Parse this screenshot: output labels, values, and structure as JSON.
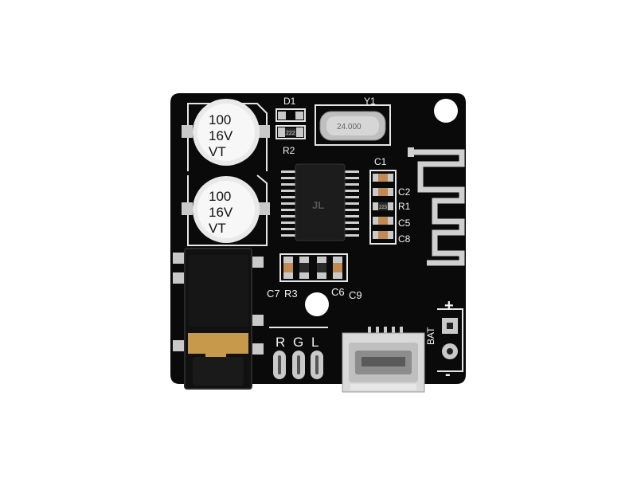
{
  "board": {
    "capacitor_top": {
      "line1": "100",
      "line2": "16V",
      "line3": "VT"
    },
    "capacitor_bottom": {
      "line1": "100",
      "line2": "16V",
      "line3": "VT"
    },
    "labels": {
      "d1": "D1",
      "y1": "Y1",
      "r2": "R2",
      "c1": "C1",
      "c2": "C2",
      "r1": "R1",
      "c5": "C5",
      "c8": "C8",
      "c7": "C7",
      "r3": "R3",
      "c6": "C6",
      "c9": "C9",
      "r": "R",
      "g": "G",
      "l": "L",
      "bat": "BAT",
      "plus": "+",
      "minus": "-"
    },
    "resistor_marking": "222",
    "r1_marking": "223",
    "crystal_marking": "24.000",
    "chip_marking": "JL",
    "colors": {
      "pcb": "#0a0a0a",
      "silkscreen": "#f2f2f2",
      "pad": "#c9c9c9",
      "gold": "#c79a4b",
      "capacitor": "#e9e9e9"
    }
  }
}
